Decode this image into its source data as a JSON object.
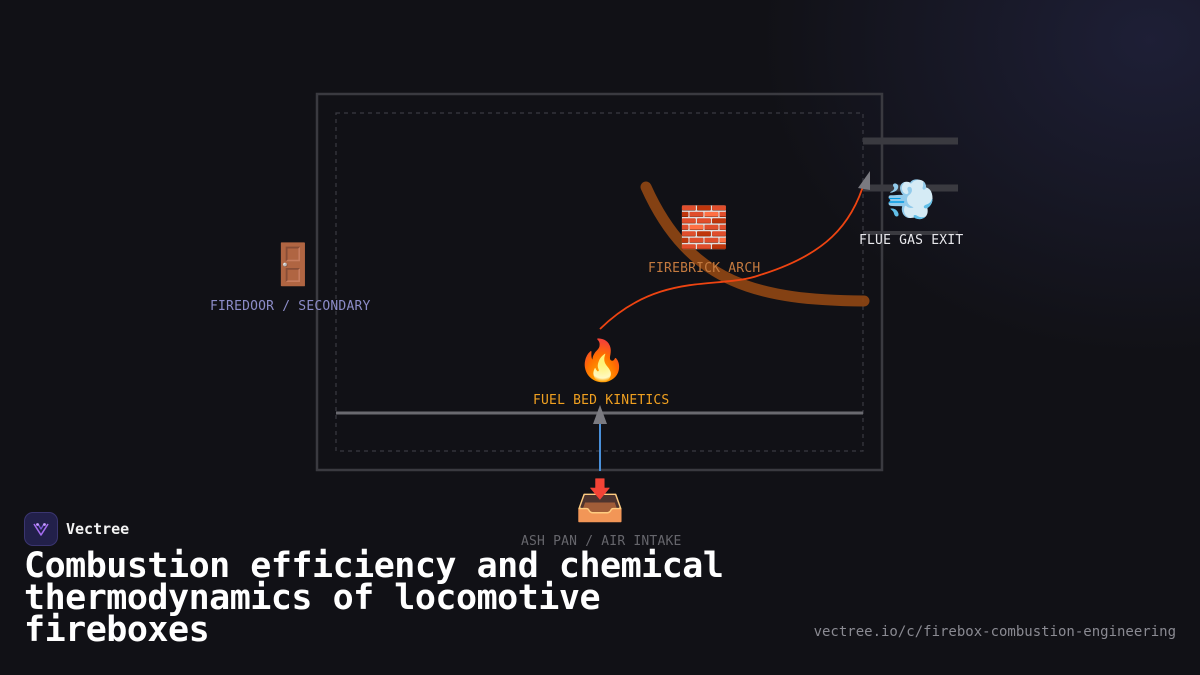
{
  "diagram": {
    "nodes": {
      "firedoor": {
        "icon": "door-icon",
        "glyph": "🚪",
        "label": "FIREDOOR / SECONDARY"
      },
      "firebrick": {
        "icon": "brick-icon",
        "glyph": "🧱",
        "label": "FIREBRICK ARCH"
      },
      "flue": {
        "icon": "dashing-away-icon",
        "glyph": "💨",
        "label": "FLUE GAS EXIT"
      },
      "fuel_bed": {
        "icon": "fire-icon",
        "glyph": "🔥",
        "label": "FUEL BED KINETICS"
      },
      "ash_pan": {
        "icon": "inbox-tray-icon",
        "glyph": "📥",
        "label": "ASH PAN / AIR INTAKE"
      }
    },
    "colors": {
      "background": "#111116",
      "firebox_outline": "#3a3a40",
      "inner_dashed": "#3a3a42",
      "grate": "#6a6a70",
      "arch_band": "#8b4513",
      "gas_flow": "#ee4411",
      "air_flow": "#4a90d9",
      "firedoor_label": "#8c8cc8",
      "firebrick_label": "#c47a3f",
      "flue_label": "#e8e8ec",
      "fuel_label": "#f0a020",
      "ash_label": "#66666c"
    }
  },
  "brand": {
    "name": "Vectree",
    "icon": "vectree-logo-icon"
  },
  "title": "Combustion efficiency and chemical thermodynamics of locomotive fireboxes",
  "url": "vectree.io/c/firebox-combustion-engineering"
}
